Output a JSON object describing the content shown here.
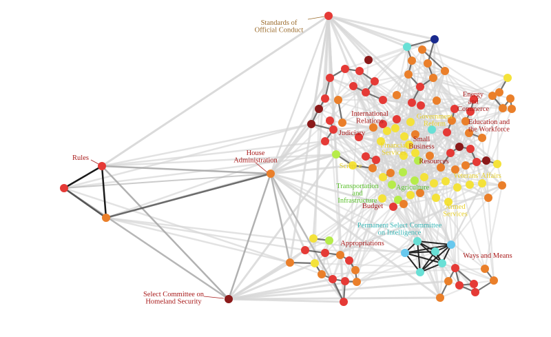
{
  "colors": {
    "background": "#ffffff",
    "edge_light": "#d6d6d6",
    "edge_mid": "#a9a9a9",
    "edge_dark": "#555555",
    "edge_black": "#1a1a1a",
    "maroon": "#8b1a1a",
    "darkred": "#a31212",
    "red": "#e53a36",
    "orange": "#ea7f2a",
    "yellow": "#f4e23a",
    "lime": "#b6ec4a",
    "green": "#82d760",
    "cyan": "#69e0d6",
    "lightblue": "#68c8ee",
    "navy": "#1a2a8e",
    "label_brown": "#9a6a2a",
    "label_red": "#a81a1a",
    "label_yellow": "#e8d02c",
    "label_green": "#5ac02c",
    "label_cyan": "#3cb8b8"
  },
  "labels": {
    "standards": [
      "Standards of",
      "Official Conduct"
    ],
    "rules": [
      "Rules"
    ],
    "house_admin": [
      "House",
      "Administration"
    ],
    "homeland": [
      "Select Committee on",
      "Homeland Security"
    ],
    "international": [
      "International",
      "Relations"
    ],
    "judiciary": [
      "Judiciary"
    ],
    "government_reform": [
      "Government",
      "Reform"
    ],
    "energy": [
      "Energy",
      "and",
      "Commerce"
    ],
    "education": [
      "Education and",
      "the Workforce"
    ],
    "small_business": [
      "Small",
      "Business"
    ],
    "financial_services": [
      "Financial",
      "Services"
    ],
    "resources": [
      "Resources"
    ],
    "science": [
      "Science"
    ],
    "veterans_affairs": [
      "Veterans' Affairs"
    ],
    "transportation": [
      "Transportation",
      "and",
      "Infrastructure"
    ],
    "agriculture": [
      "Agriculture"
    ],
    "armed_services": [
      "Armed",
      "Services"
    ],
    "budget": [
      "Budget"
    ],
    "intelligence": [
      "Permanent Select Committee",
      "on Intelligence"
    ],
    "appropriations": [
      "Appropriations"
    ],
    "ways_means": [
      "Ways and Means"
    ]
  }
}
